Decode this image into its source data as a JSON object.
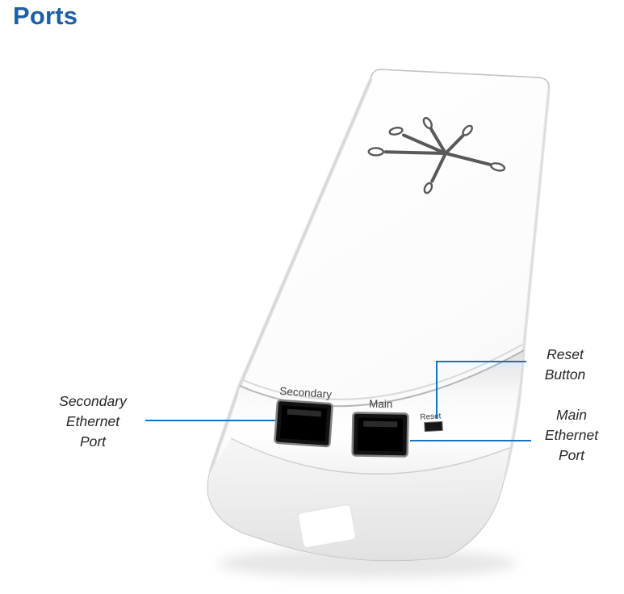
{
  "title": "Ports",
  "callouts": {
    "secondary": "Secondary\nEthernet\nPort",
    "reset": "Reset\nButton",
    "main": "Main\nEthernet\nPort"
  },
  "device_labels": {
    "secondary_port": "Secondary",
    "main_port": "Main",
    "reset_button": "Reset"
  },
  "icons": {
    "logo": "ubiquiti-antenna-logo"
  },
  "colors": {
    "title": "#1d5fa0",
    "leader_line": "#1b72b8",
    "callout_text": "#262626"
  }
}
